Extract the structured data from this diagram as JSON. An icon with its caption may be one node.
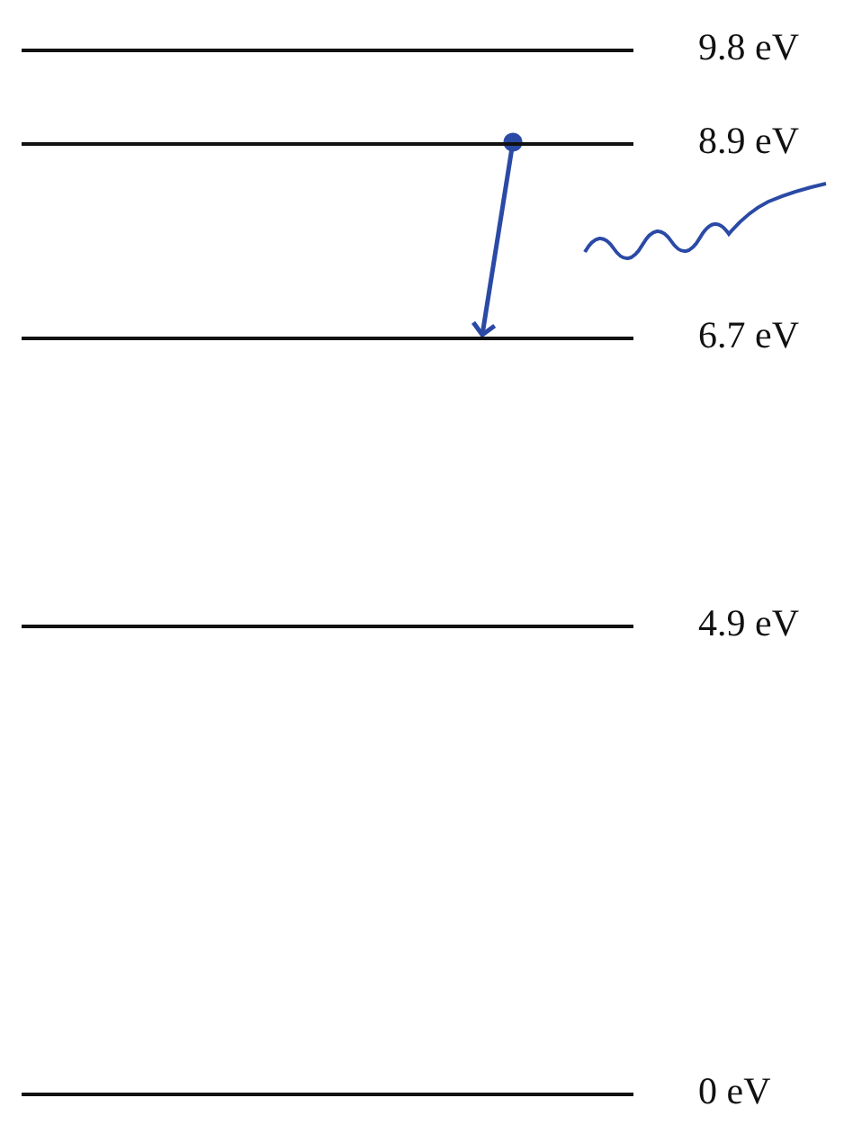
{
  "diagram": {
    "nodes": [
      {
        "text": [
          "9.8 eV"
        ]
      },
      {
        "text": [
          "8.9 eV"
        ]
      },
      {
        "text": [
          "6.7 eV"
        ]
      },
      {
        "text": [
          "4.9 eV"
        ]
      },
      {
        "text": [
          "0 eV"
        ]
      }
    ],
    "edges": [
      {
        "from": 1,
        "to": 2,
        "arrow": "to",
        "color": "#2b4aa6"
      }
    ]
  }
}
